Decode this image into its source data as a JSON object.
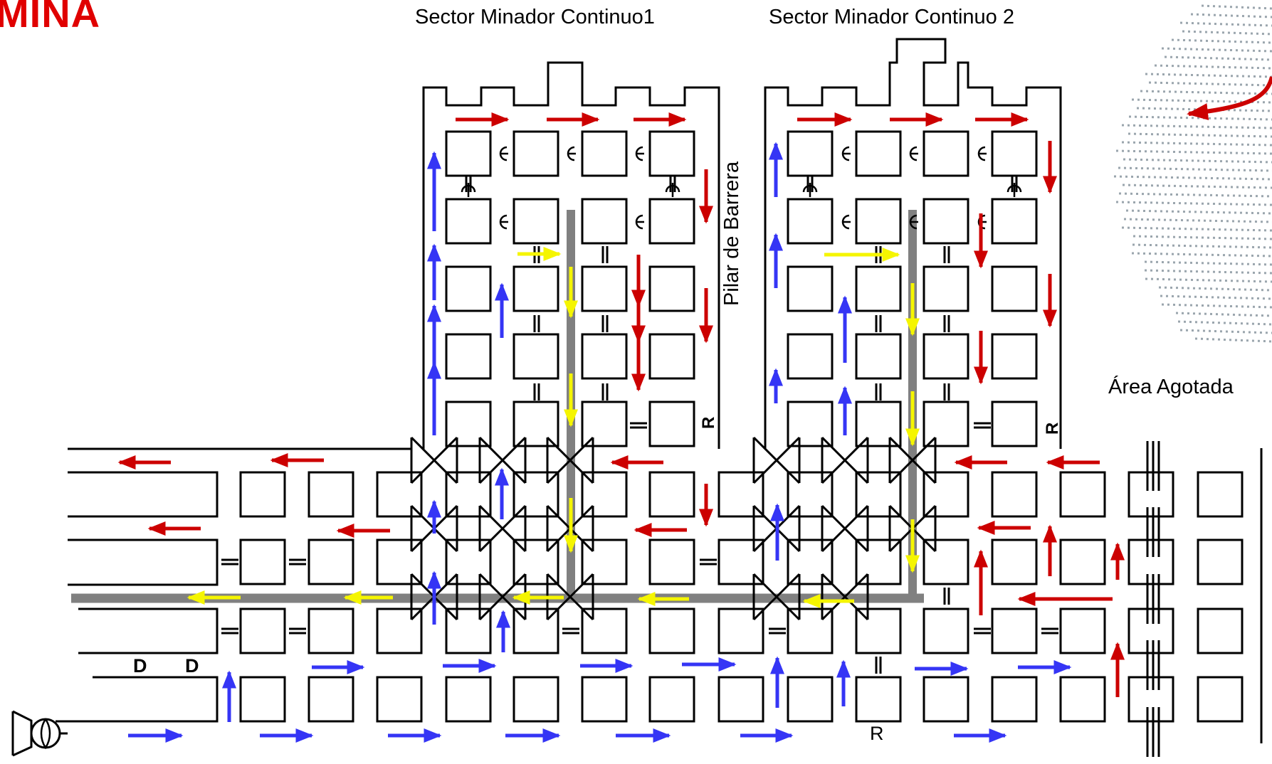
{
  "title": "MINA",
  "labels": {
    "sector1": "Sector Minador Continuo1",
    "sector2": "Sector Minador Continuo 2",
    "barrier": "Pilar de Barrera",
    "mined_out": "Área Agotada",
    "door1": "D",
    "door2": "D",
    "regulator_bottom": "R",
    "regulator_sector1": "R",
    "regulator_sector2": "R"
  },
  "legend_colors": {
    "intake_air": "#3535f5",
    "return_air": "#cc0000",
    "belt_air": "#f5f500",
    "belt_conveyor": "#808080",
    "pillars": "#000000"
  },
  "icons": {
    "fan": "main-fan-icon",
    "overcast": "overcast-icon",
    "stopping": "stopping-icon",
    "curtain": "curtain-icon"
  }
}
